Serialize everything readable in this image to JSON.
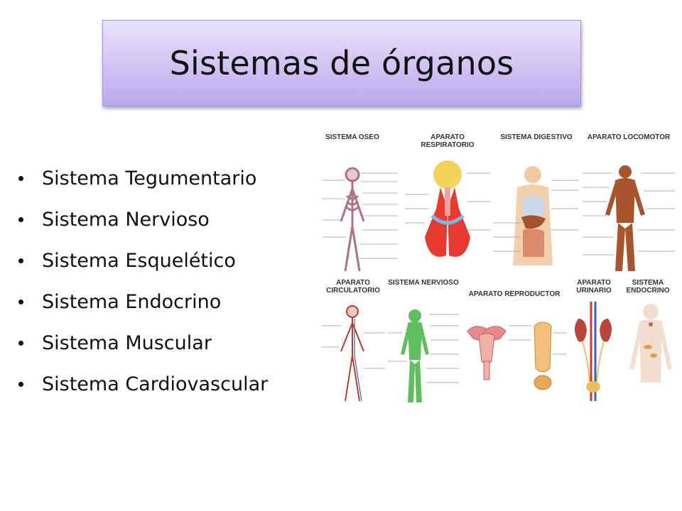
{
  "title": "Sistemas de órganos",
  "bullets": [
    "Sistema Tegumentario",
    "Sistema Nervioso",
    "Sistema Esquelético",
    "Sistema Endocrino",
    "Sistema Muscular",
    "Sistema Cardiovascular"
  ],
  "collage": {
    "top": [
      {
        "label": "SISTEMA OSEO"
      },
      {
        "label": "APARATO RESPIRATORIO"
      },
      {
        "label": "SISTEMA DIGESTIVO"
      },
      {
        "label": "APARATO LOCOMOTOR"
      }
    ],
    "bottom": [
      {
        "label": "APARATO CIRCULATORIO"
      },
      {
        "label": "SISTEMA NERVIOSO"
      },
      {
        "label": "APARATO REPRODUCTOR"
      },
      {
        "label": "APARATO URINARIO"
      },
      {
        "label": "SISTEMA ENDOCRINO"
      }
    ]
  },
  "colors": {
    "title_gradient_top": "#e9e3fb",
    "title_gradient_bottom": "#b9a9ec",
    "text": "#111111"
  }
}
